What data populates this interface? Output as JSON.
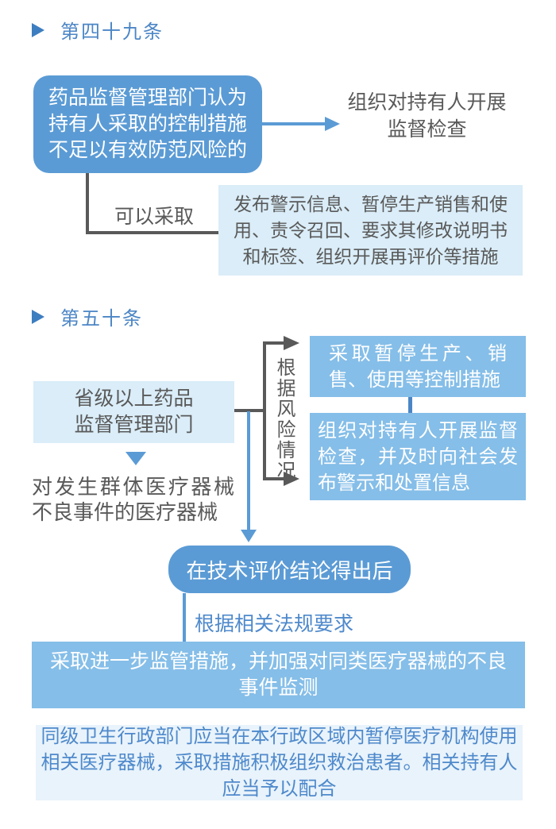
{
  "palette": {
    "primary_blue": "#5b9bd5",
    "medium_blue": "#85bee8",
    "light_blue": "#daedf8",
    "lightest_blue": "#e9f3fb",
    "dark_gray": "#595959",
    "title_blue": "#4c86c6"
  },
  "s49": {
    "title": "第四十九条",
    "condition_box": "药品监督管理部门认为持有人采取的控制措施不足以有效防范风险的",
    "inspection_text": "组织对持有人开展监督检查",
    "edge_label": "可以采取",
    "measures_box": "发布警示信息、暂停生产销售和使用、责令召回、要求其修改说明书和标签、组织开展再评价等措施"
  },
  "s50": {
    "title": "第五十条",
    "authority_box": "省级以上药品监督管理部门",
    "target_text": "对发生群体医疗器械不良事件的医疗器械",
    "risk_label": "根据风险情况",
    "control_box": "采取暂停生产、销售、使用等控制措施",
    "inspection_box": "组织对持有人开展监督检查，并及时向社会发布警示和处置信息",
    "evaluation_box": "在技术评价结论得出后",
    "regulation_label": "根据相关法规要求",
    "further_box": "采取进一步监管措施，并加强对同类医疗器械的不良事件监测",
    "health_box": "同级卫生行政部门应当在本行政区域内暂停医疗机构使用相关医疗器械，采取措施积极组织救治患者。相关持有人应当予以配合"
  }
}
